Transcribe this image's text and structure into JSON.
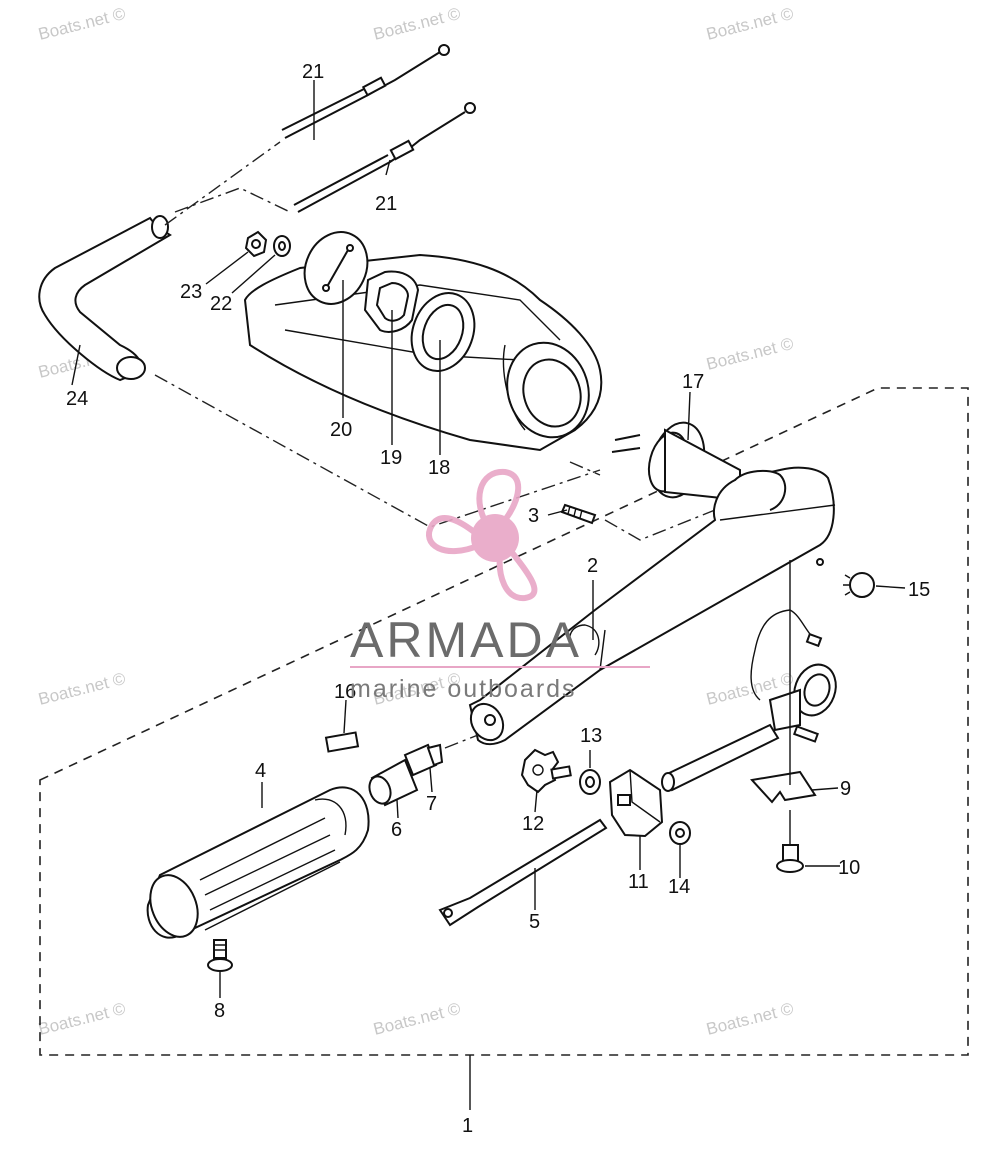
{
  "diagram": {
    "callouts": [
      {
        "id": "c1",
        "text": "1"
      },
      {
        "id": "c2",
        "text": "2"
      },
      {
        "id": "c3",
        "text": "3"
      },
      {
        "id": "c4",
        "text": "4"
      },
      {
        "id": "c5",
        "text": "5"
      },
      {
        "id": "c6",
        "text": "6"
      },
      {
        "id": "c7",
        "text": "7"
      },
      {
        "id": "c8",
        "text": "8"
      },
      {
        "id": "c9",
        "text": "9"
      },
      {
        "id": "c10",
        "text": "10"
      },
      {
        "id": "c11",
        "text": "11"
      },
      {
        "id": "c12",
        "text": "12"
      },
      {
        "id": "c13",
        "text": "13"
      },
      {
        "id": "c14",
        "text": "14"
      },
      {
        "id": "c15",
        "text": "15"
      },
      {
        "id": "c16",
        "text": "16"
      },
      {
        "id": "c17",
        "text": "17"
      },
      {
        "id": "c18",
        "text": "18"
      },
      {
        "id": "c19",
        "text": "19"
      },
      {
        "id": "c20",
        "text": "20"
      },
      {
        "id": "c21a",
        "text": "21"
      },
      {
        "id": "c21b",
        "text": "21"
      },
      {
        "id": "c22",
        "text": "22"
      },
      {
        "id": "c23",
        "text": "23"
      },
      {
        "id": "c24",
        "text": "24"
      }
    ],
    "watermark": "Boats.net ©",
    "brand": {
      "name": "ARMADA",
      "tagline": "marine outboards",
      "accent_color": "#e8a6c6",
      "text_color": "#6b6b6b"
    }
  }
}
